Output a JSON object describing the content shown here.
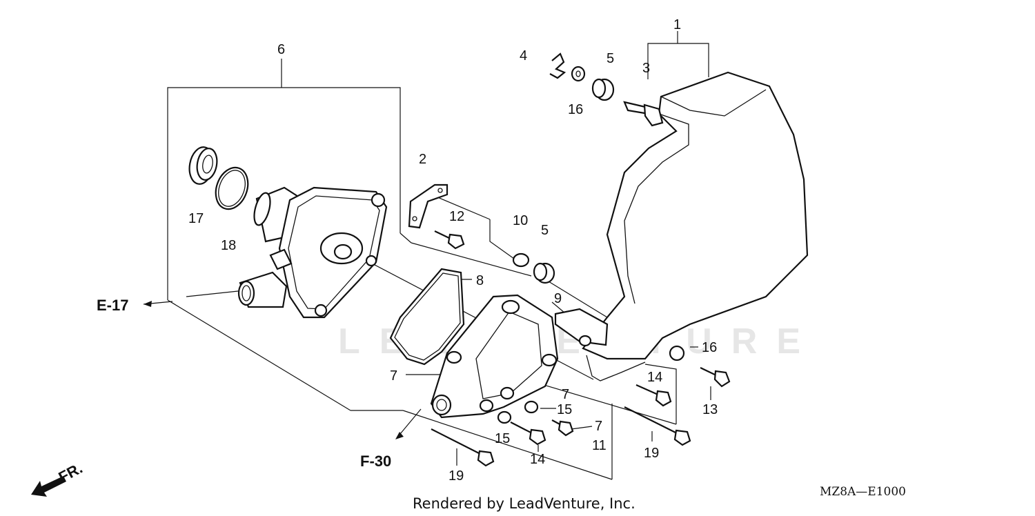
{
  "diagram": {
    "watermark_text": "LEADVENTURE",
    "credit": "Rendered by LeadVenture, Inc.",
    "diagram_code": "MZ8A—E1000",
    "front_label": "FR.",
    "references": {
      "e17": "E-17",
      "f30": "F-30"
    },
    "callouts": {
      "c1": "1",
      "c2": "2",
      "c3": "3",
      "c4": "4",
      "c5a": "5",
      "c5b": "5",
      "c6": "6",
      "c7a": "7",
      "c7b": "7",
      "c7c": "7",
      "c8": "8",
      "c9": "9",
      "c10": "10",
      "c11": "11",
      "c12": "12",
      "c13": "13",
      "c14a": "14",
      "c14b": "14",
      "c15a": "15",
      "c15b": "15",
      "c16a": "16",
      "c16b": "16",
      "c17": "17",
      "c18": "18",
      "c19a": "19",
      "c19b": "19"
    }
  }
}
